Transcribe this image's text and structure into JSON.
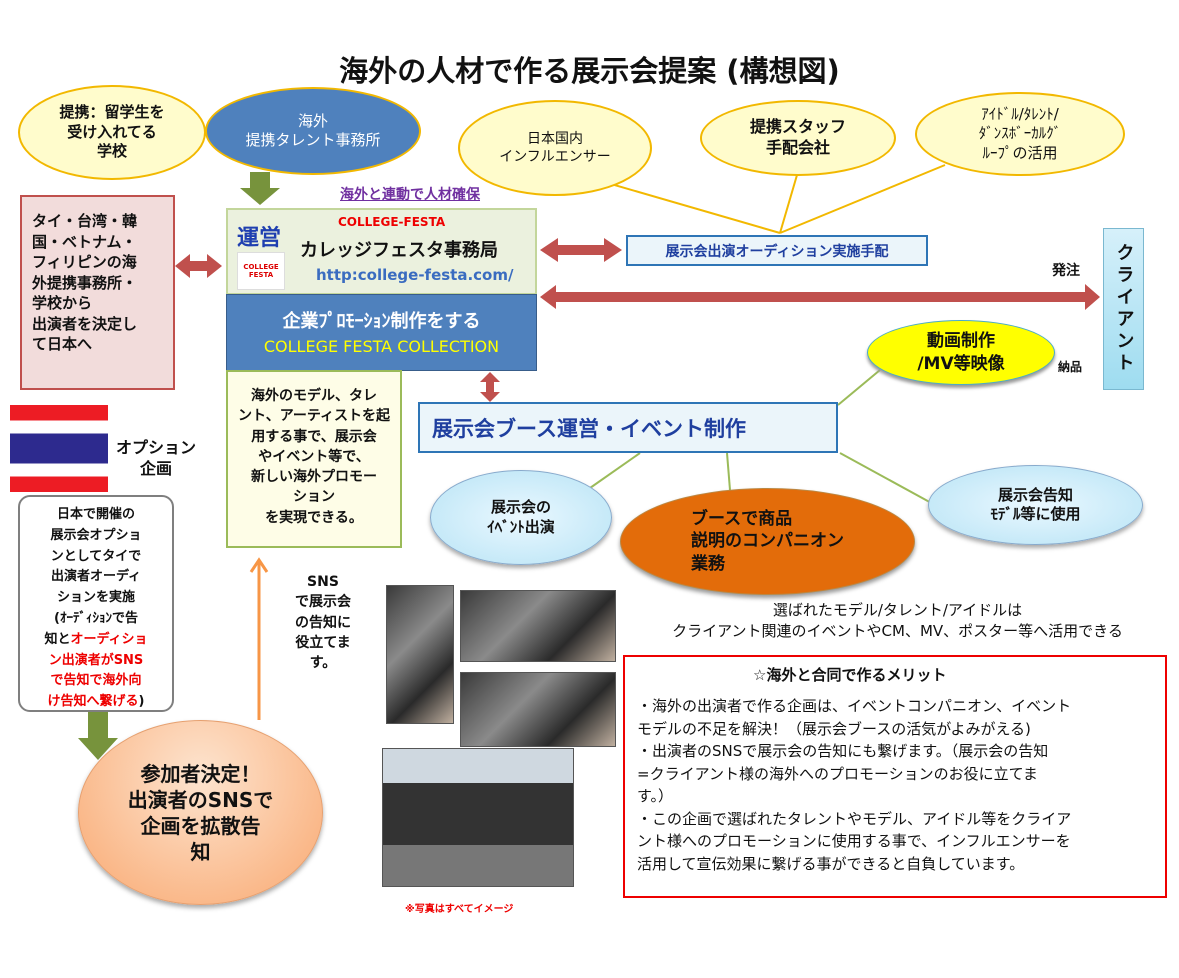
{
  "title": "海外の人材で作る展示会提案 (構想図)",
  "ovals": {
    "school": "提携：留学生を\n受け入れてる\n学校",
    "talent_agency": "海外\n提携タレント事務所",
    "influencer": "日本国内\nインフルエンサー",
    "staff": "提携スタッフ\n手配会社",
    "idol": "ｱｲﾄﾞﾙ/ﾀﾚﾝﾄ/\nﾀﾞﾝｽﾎﾞｰｶﾙｸﾞ\nﾙｰﾌﾟの活用"
  },
  "link_label": "海外と連動で人材確保",
  "left_box": "タイ・台湾・韓\n国・ベトナム・\nフィリピンの海\n外提携事務所・\n学校から\n出演者を決定し\nて日本へ",
  "office": {
    "badge": "運営",
    "brand": "COLLEGE-FESTA",
    "logo": "COLLEGE FESTA",
    "name": "カレッジフェスタ事務局",
    "url": "http:college-festa.com/"
  },
  "promo": {
    "line1": "企業ﾌﾟﾛﾓｰｼｮﾝ制作をする",
    "line2": "COLLEGE FESTA COLLECTION"
  },
  "audition": "展示会出演オーディション実施手配",
  "order_label": "発注",
  "client": "クライアント",
  "delivery_label": "納品",
  "video": "動画制作\n/MV等映像",
  "desc_box": "海外のモデル、タレ\nント、アーティストを起\n用する事で、展示会\nやイベント等で、\n新しい海外プロモー\nション\nを実現できる。",
  "event_box": "展示会ブース運営・イベント制作",
  "bubbles": {
    "event": "展示会の\nｲﾍﾞﾝﾄ出演",
    "companion": "ブースで商品\n説明のコンパニオン\n業務",
    "notice": "展示会告知\nﾓﾃﾞﾙ等に使用"
  },
  "option_label": "オプション\n企画",
  "option_box": {
    "black": "日本で開催の\n展示会オプショ\nンとしてタイで\n出演者オーディ\nションを実施\n(ｵｰﾃﾞｨｼｮﾝで告\n知と",
    "red": "オーディショ\nン出演者がSNS\nで告知で海外向\nけ告知へ繋げる",
    "end": ")"
  },
  "decision": "参加者決定！\n出演者のSNSで\n企画を拡散告\n知",
  "sns_note": "SNS\nで展示会\nの告知に\n役立てま\nす。",
  "photo_caption": "※写真はすべてイメージ",
  "usage_note": "選ばれたモデル/タレント/アイドルは\nクライアント関連のイベントやCM、MV、ポスター等へ活用できる",
  "merit": {
    "title": "☆海外と合同で作るメリット",
    "body": "・海外の出演者で作る企画は、イベントコンパニオン、イベント\nモデルの不足を解決！（展示会ブースの活気がよみがえる)\n・出演者のSNSで展示会の告知にも繋げます。（展示会の告知\n=クライアント様の海外へのプロモーションのお役に立てま\nす。）\n・この企画で選ばれたタレントやモデル、アイドル等をクライア\nント様へのプロモーションに使用する事で、インフルエンサーを\n活用して宣伝効果に繋げる事ができると自負しています。"
  },
  "colors": {
    "arrow_red": "#c0504d",
    "blue": "#4f81bd",
    "green": "#77933c",
    "orange": "#f79646",
    "purple": "#7030a0"
  }
}
